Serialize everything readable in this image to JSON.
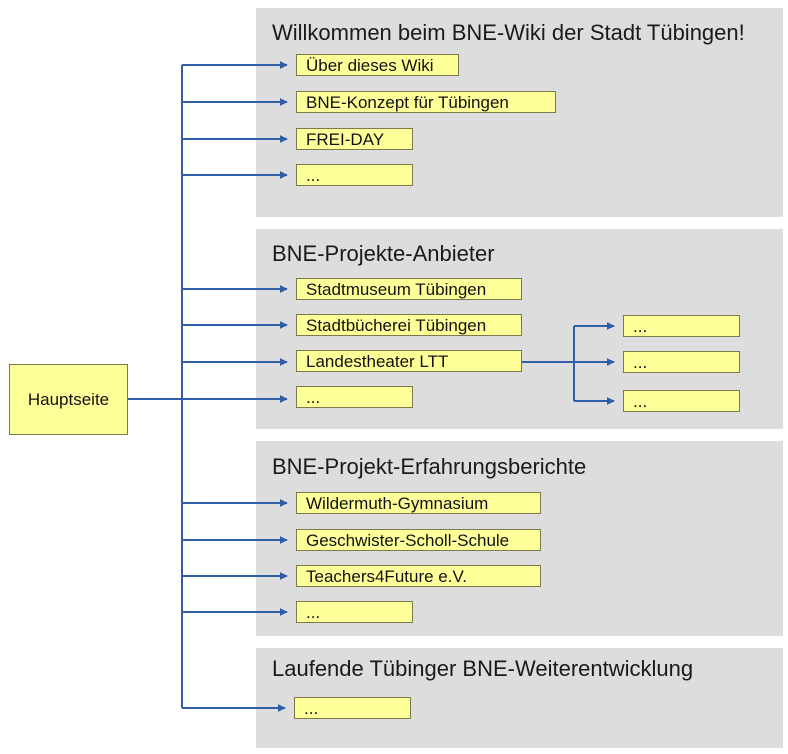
{
  "root": {
    "label": "Hauptseite"
  },
  "colors": {
    "line": "#2f5da8",
    "panel": "#dddddd",
    "box": "#ffff99"
  },
  "sections": [
    {
      "title": "Willkommen beim BNE-Wiki der Stadt Tübingen!",
      "items": [
        "Über dieses Wiki",
        "BNE-Konzept für Tübingen",
        "FREI-DAY",
        "..."
      ]
    },
    {
      "title": "BNE-Projekte-Anbieter",
      "items": [
        "Stadtmuseum Tübingen",
        "Stadtbücherei Tübingen",
        "Landestheater LTT",
        "..."
      ]
    },
    {
      "title": "BNE-Projekt-Erfahrungsberichte",
      "items": [
        "Wildermuth-Gymnasium",
        "Geschwister-Scholl-Schule",
        "Teachers4Future e.V.",
        "..."
      ]
    },
    {
      "title": "Laufende Tübinger BNE-Weiterentwicklung",
      "items": [
        "..."
      ]
    }
  ],
  "sub_items": [
    "...",
    "...",
    "..."
  ]
}
